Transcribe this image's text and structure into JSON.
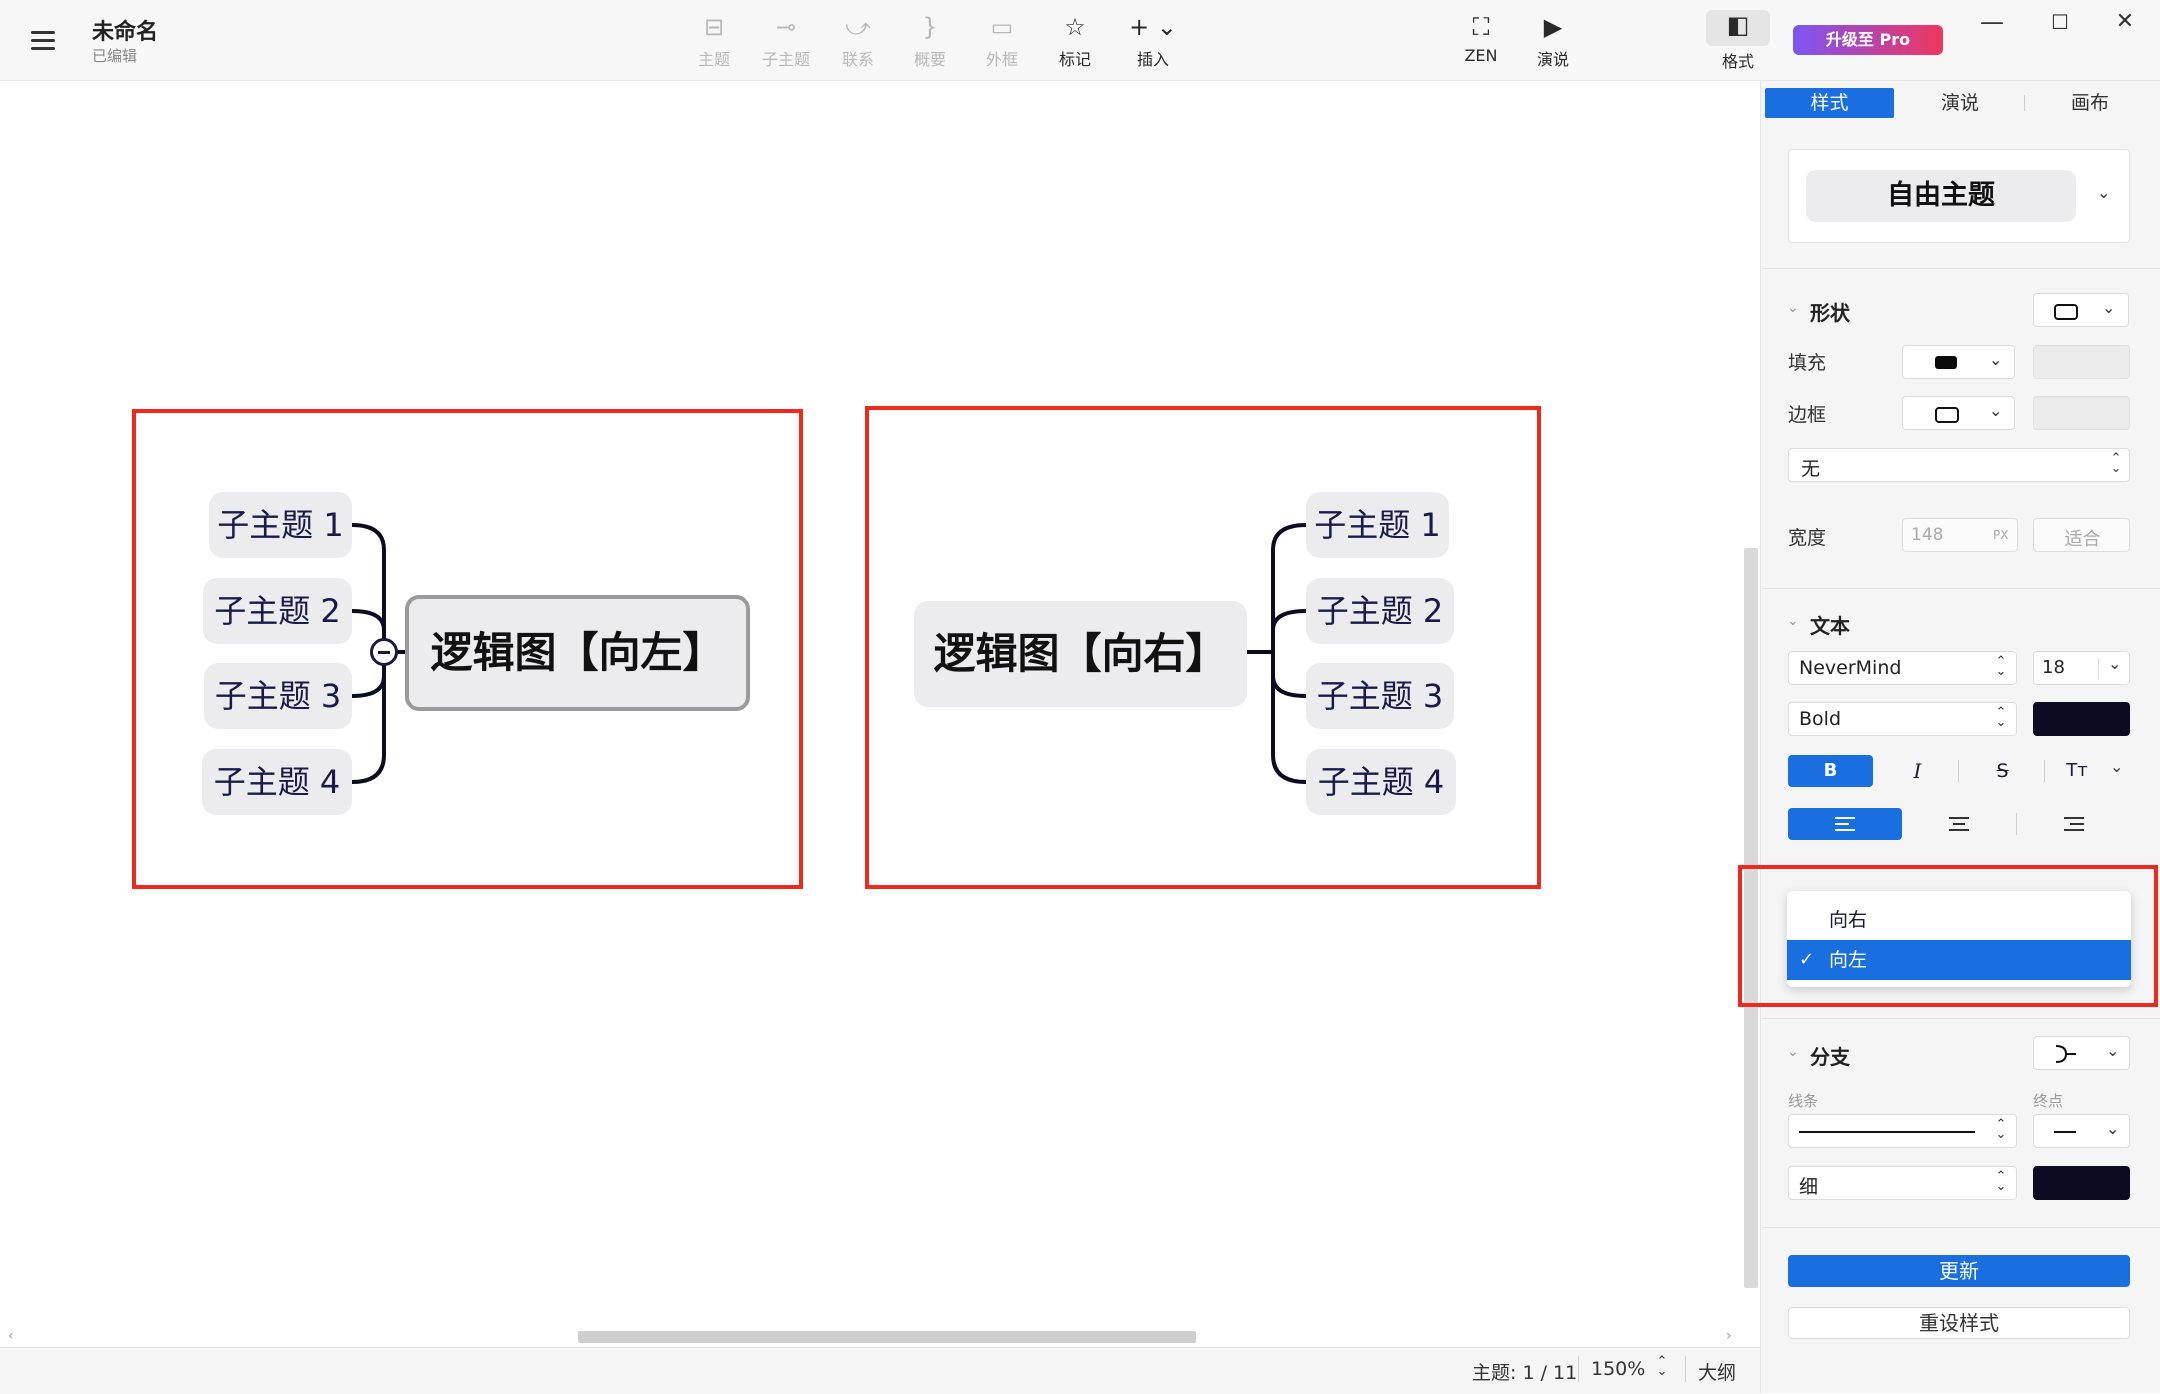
{
  "app": {
    "title": "未命名",
    "subtitle": "已编辑"
  },
  "toolbar": {
    "tools": [
      {
        "label": "主题",
        "icon": "topic-icon",
        "glyph": "⊟",
        "enabled": false
      },
      {
        "label": "子主题",
        "icon": "subtopic-icon",
        "glyph": "⊸",
        "enabled": false
      },
      {
        "label": "联系",
        "icon": "relationship-icon",
        "glyph": "⤻",
        "enabled": false
      },
      {
        "label": "概要",
        "icon": "summary-icon",
        "glyph": "}",
        "enabled": false
      },
      {
        "label": "外框",
        "icon": "boundary-icon",
        "glyph": "▭",
        "enabled": false
      },
      {
        "label": "标记",
        "icon": "marker-star-icon",
        "glyph": "☆",
        "enabled": true
      },
      {
        "label": "插入",
        "icon": "insert-plus-icon",
        "glyph": "+ ⌄",
        "enabled": true
      }
    ],
    "right_tools": [
      {
        "label": "ZEN",
        "icon": "zen-fullscreen-icon",
        "glyph": "⛶"
      },
      {
        "label": "演说",
        "icon": "pitch-play-icon",
        "glyph": "▶"
      },
      {
        "label": "格式",
        "icon": "format-panel-icon",
        "glyph": "◧"
      }
    ],
    "pro_label": "升级至 Pro"
  },
  "window_controls": {
    "minimize": "—",
    "maximize": "☐",
    "close": "✕"
  },
  "canvas": {
    "left_map": {
      "central": "逻辑图【向左】",
      "subtopics": [
        "子主题 1",
        "子主题 2",
        "子主题 3",
        "子主题 4"
      ]
    },
    "right_map": {
      "central": "逻辑图【向右】",
      "subtopics": [
        "子主题 1",
        "子主题 2",
        "子主题 3",
        "子主题 4"
      ]
    }
  },
  "statusbar": {
    "topic_count": "主题: 1 / 11",
    "zoom": "150%",
    "outline": "大纲"
  },
  "panel": {
    "tabs": [
      {
        "label": "样式",
        "active": true
      },
      {
        "label": "演说",
        "active": false
      },
      {
        "label": "画布",
        "active": false
      }
    ],
    "style_title": "自由主题",
    "shape": {
      "title": "形状",
      "fill_label": "填充",
      "border_label": "边框",
      "border_style_value": "无",
      "width_label": "宽度",
      "width_placeholder": "148",
      "width_unit": "PX",
      "fit_label": "适合"
    },
    "text": {
      "title": "文本",
      "font": "NeverMind",
      "size": "18",
      "weight": "Bold",
      "bold": "B",
      "italic": "I",
      "strike": "S",
      "case": "Tт",
      "color": "#0b0b22"
    },
    "direction_dropdown": {
      "options": [
        {
          "label": "向右",
          "selected": false
        },
        {
          "label": "向左",
          "selected": true
        }
      ],
      "check": "✓"
    },
    "branch": {
      "title": "分支",
      "line_label": "线条",
      "end_label": "终点",
      "thickness": "细",
      "color": "#0b0b22"
    },
    "update_label": "更新",
    "reset_label": "重设样式"
  },
  "colors": {
    "accent": "#1a6fe0",
    "highlight_frame": "#f0281e",
    "node_bg": "#ececee",
    "line": "#0b0b22"
  }
}
